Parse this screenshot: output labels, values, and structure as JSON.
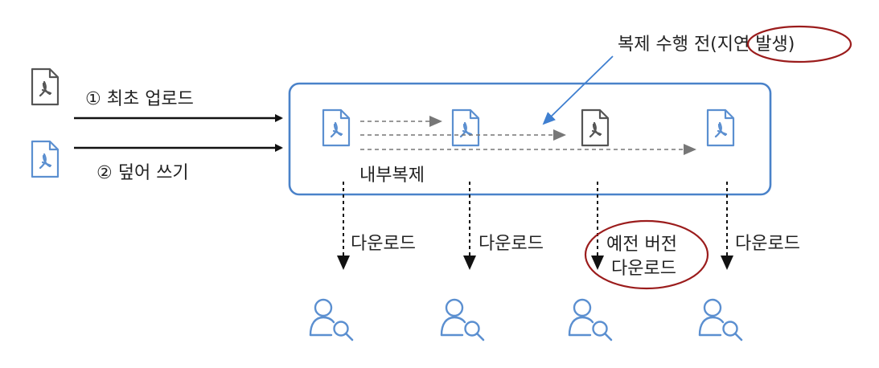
{
  "labels": {
    "annotation_top": "복제 수행 전(지연 발생)",
    "upload_first": "① 최초 업로드",
    "overwrite": "② 덮어 쓰기",
    "internal_replication": "내부복제",
    "download_1": "다운로드",
    "download_2": "다운로드",
    "old_version_line1": "예전 버전",
    "old_version_line2": "다운로드",
    "download_4": "다운로드"
  },
  "colors": {
    "blue": "#5b8fd0",
    "gray_doc": "#555555",
    "arrow_gray": "#777777",
    "highlight_red": "#9b1c1c",
    "box_stroke": "#4a82c9"
  },
  "icons": [
    "pdf-file-icon",
    "user-search-icon"
  ]
}
